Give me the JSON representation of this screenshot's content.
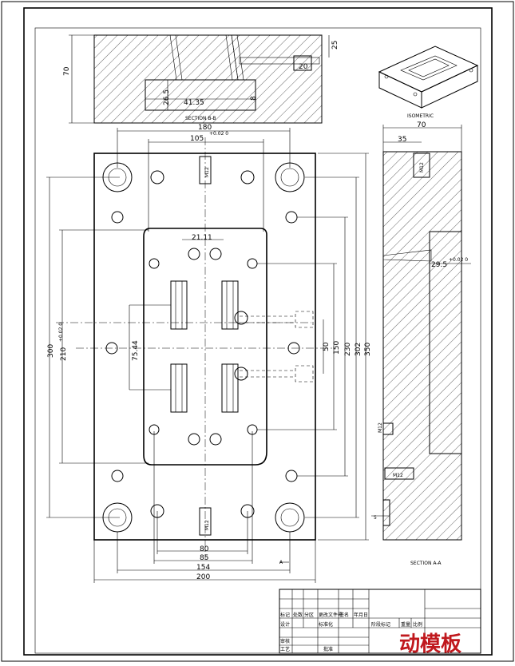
{
  "section_bb": {
    "title": "SECTION B-B",
    "dims": {
      "height": "70",
      "depth_a": "26.5",
      "width": "41.35",
      "depth_b": "8",
      "offset": "20",
      "top": "25"
    }
  },
  "main_view": {
    "dims": {
      "top_outer": "180",
      "top_inner": "105",
      "top_inner_tol": "+0.02\n0",
      "gate_width": "21.11",
      "left_height": "300",
      "left_inner": "210",
      "left_inner_tol": "+0.02\n0",
      "cavity_pitch": "75.44",
      "right_50": "50",
      "right_150": "150",
      "right_230": "230",
      "right_302": "302",
      "right_350": "350",
      "bottom_80": "80",
      "bottom_85": "85",
      "bottom_154": "154",
      "bottom_200": "200"
    },
    "threads": {
      "top": "M12",
      "bottom": "M12"
    },
    "marker_a": "A"
  },
  "section_aa": {
    "title": "SECTION A-A",
    "dims": {
      "width": "70",
      "inner": "35",
      "cavity": "29.5",
      "cavity_tol": "+0.02\n0",
      "thread_a": "M12",
      "thread_b": "M12",
      "thread_c": "M12",
      "bottom": "5"
    }
  },
  "iso_view": {
    "label": "ISOMETRIC"
  },
  "title_block": {
    "row1": [
      "标记",
      "处数",
      "分区",
      "更改文件号",
      "签名",
      "年月日"
    ],
    "row2": [
      "设计",
      "",
      "标准化",
      "",
      "",
      "阶段标记",
      "重量",
      "比例"
    ],
    "row3": [
      "审核",
      ""
    ],
    "row4": [
      "工艺",
      "",
      "批准"
    ],
    "drawing_title": "动模板"
  },
  "colors": {
    "line": "#000000",
    "title_red": "#c0181d",
    "background": "#ffffff"
  }
}
